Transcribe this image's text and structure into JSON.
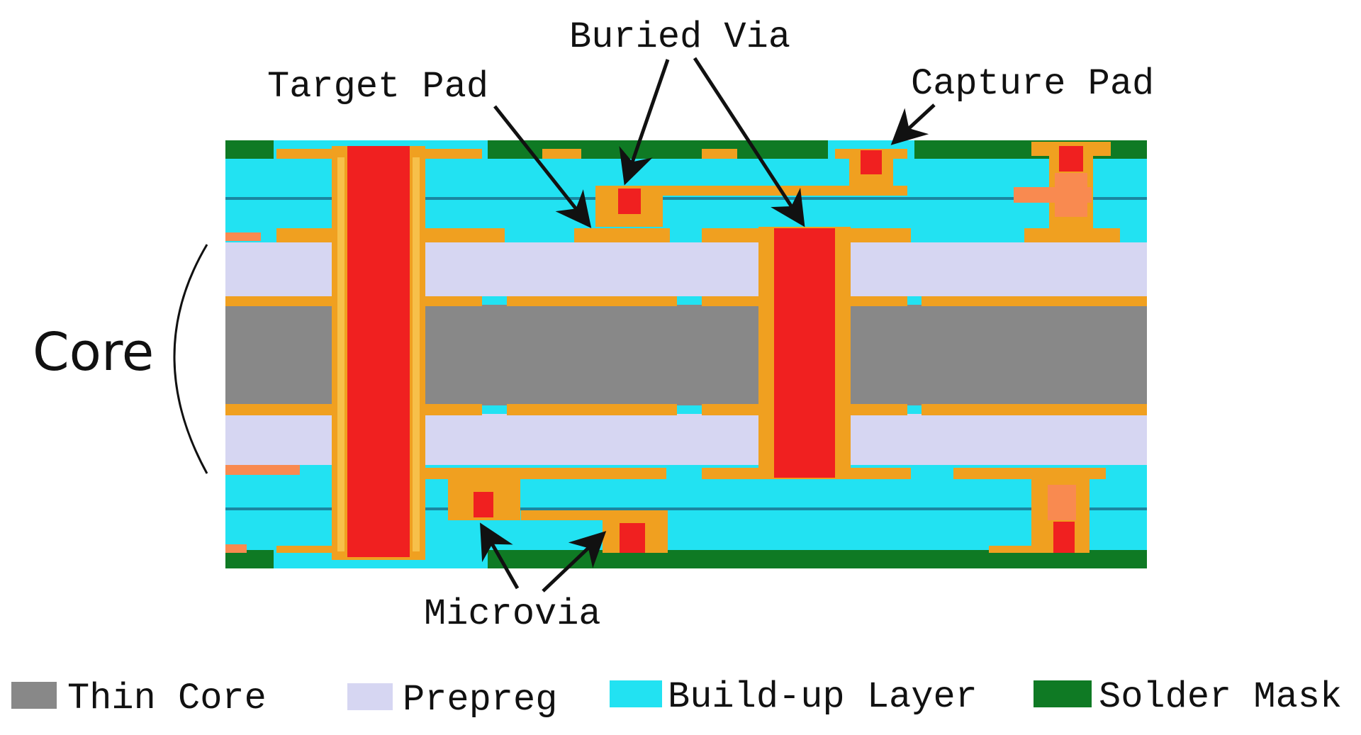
{
  "labels": {
    "buried_via": "Buried Via",
    "target_pad": "Target Pad",
    "capture_pad": "Capture Pad",
    "core": "Core",
    "microvia": "Microvia"
  },
  "legend": [
    {
      "label": "Thin Core",
      "color": "#888888"
    },
    {
      "label": "Prepreg",
      "color": "#d6d6f2"
    },
    {
      "label": "Build-up Layer",
      "color": "#22e2f2"
    },
    {
      "label": "Solder Mask",
      "color": "#0f7a24"
    }
  ],
  "colors": {
    "copper": "#f0a020",
    "via_fill": "#f02020",
    "pad_highlight": "#f98a50",
    "thin_core": "#888888",
    "prepreg": "#d6d6f2",
    "buildup": "#22e2f2",
    "solder_mask": "#0f7a24",
    "ink": "#111111"
  }
}
